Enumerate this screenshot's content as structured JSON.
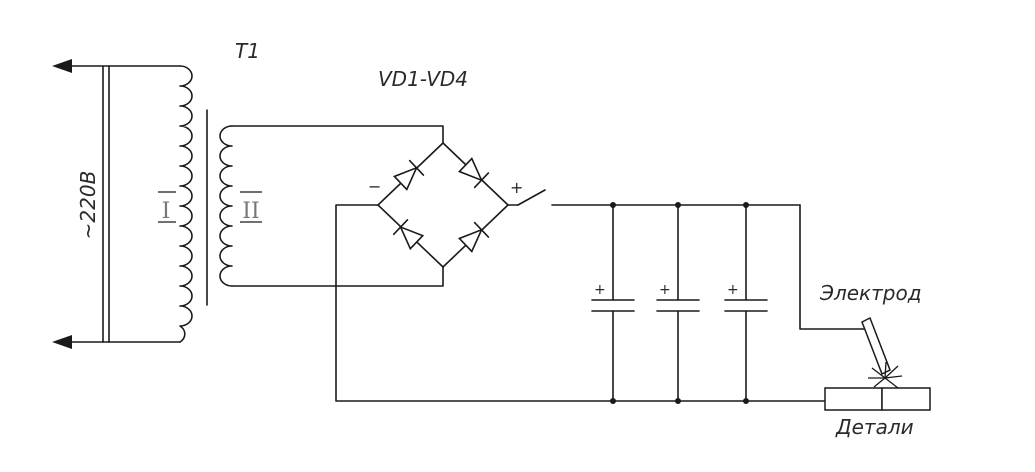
{
  "labels": {
    "transformer": "T1",
    "bridge": "VD1-VD4",
    "voltage": "~220B",
    "primary": "I",
    "secondary": "II",
    "minus": "−",
    "plus": "+",
    "cap_plus": "+",
    "electrode": "Электрод",
    "parts": "Детали"
  }
}
